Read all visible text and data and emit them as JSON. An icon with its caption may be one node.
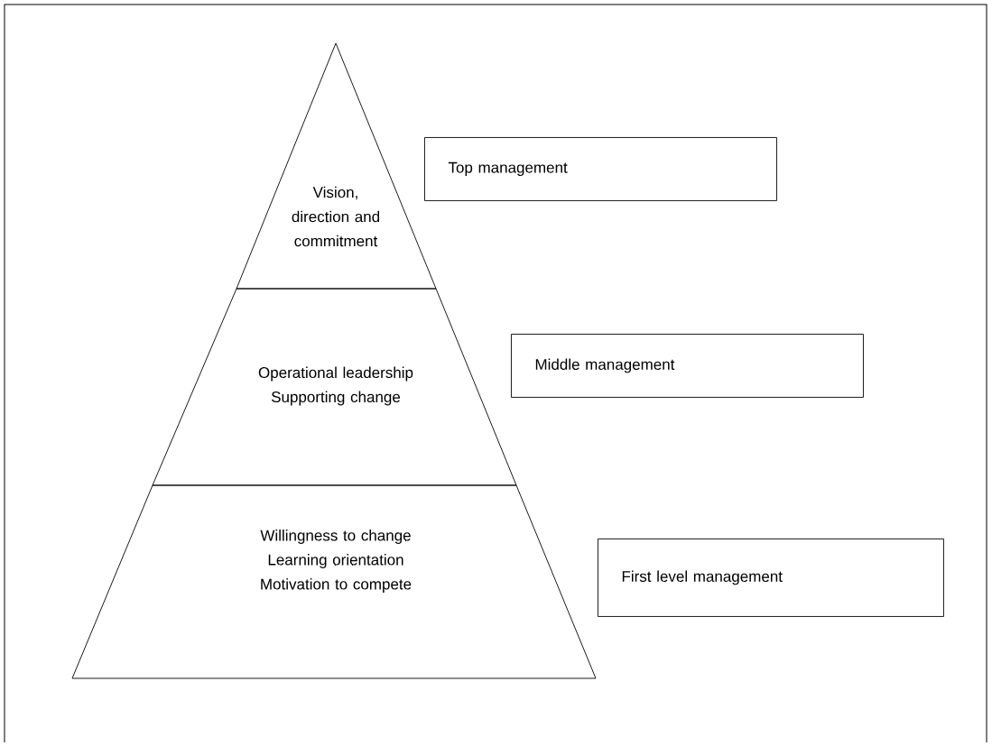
{
  "diagram": {
    "nodes": [
      {
        "text": [
          "Vision, direction and commitment"
        ]
      },
      {
        "text": [
          "Operational leadership",
          "Supporting change"
        ]
      },
      {
        "text": [
          "Willingness to change",
          "Learning orientation",
          "Motivation to compete"
        ]
      },
      {
        "text": [
          "Top management"
        ]
      },
      {
        "text": [
          "Middle management"
        ]
      },
      {
        "text": [
          "First level management"
        ]
      }
    ]
  }
}
